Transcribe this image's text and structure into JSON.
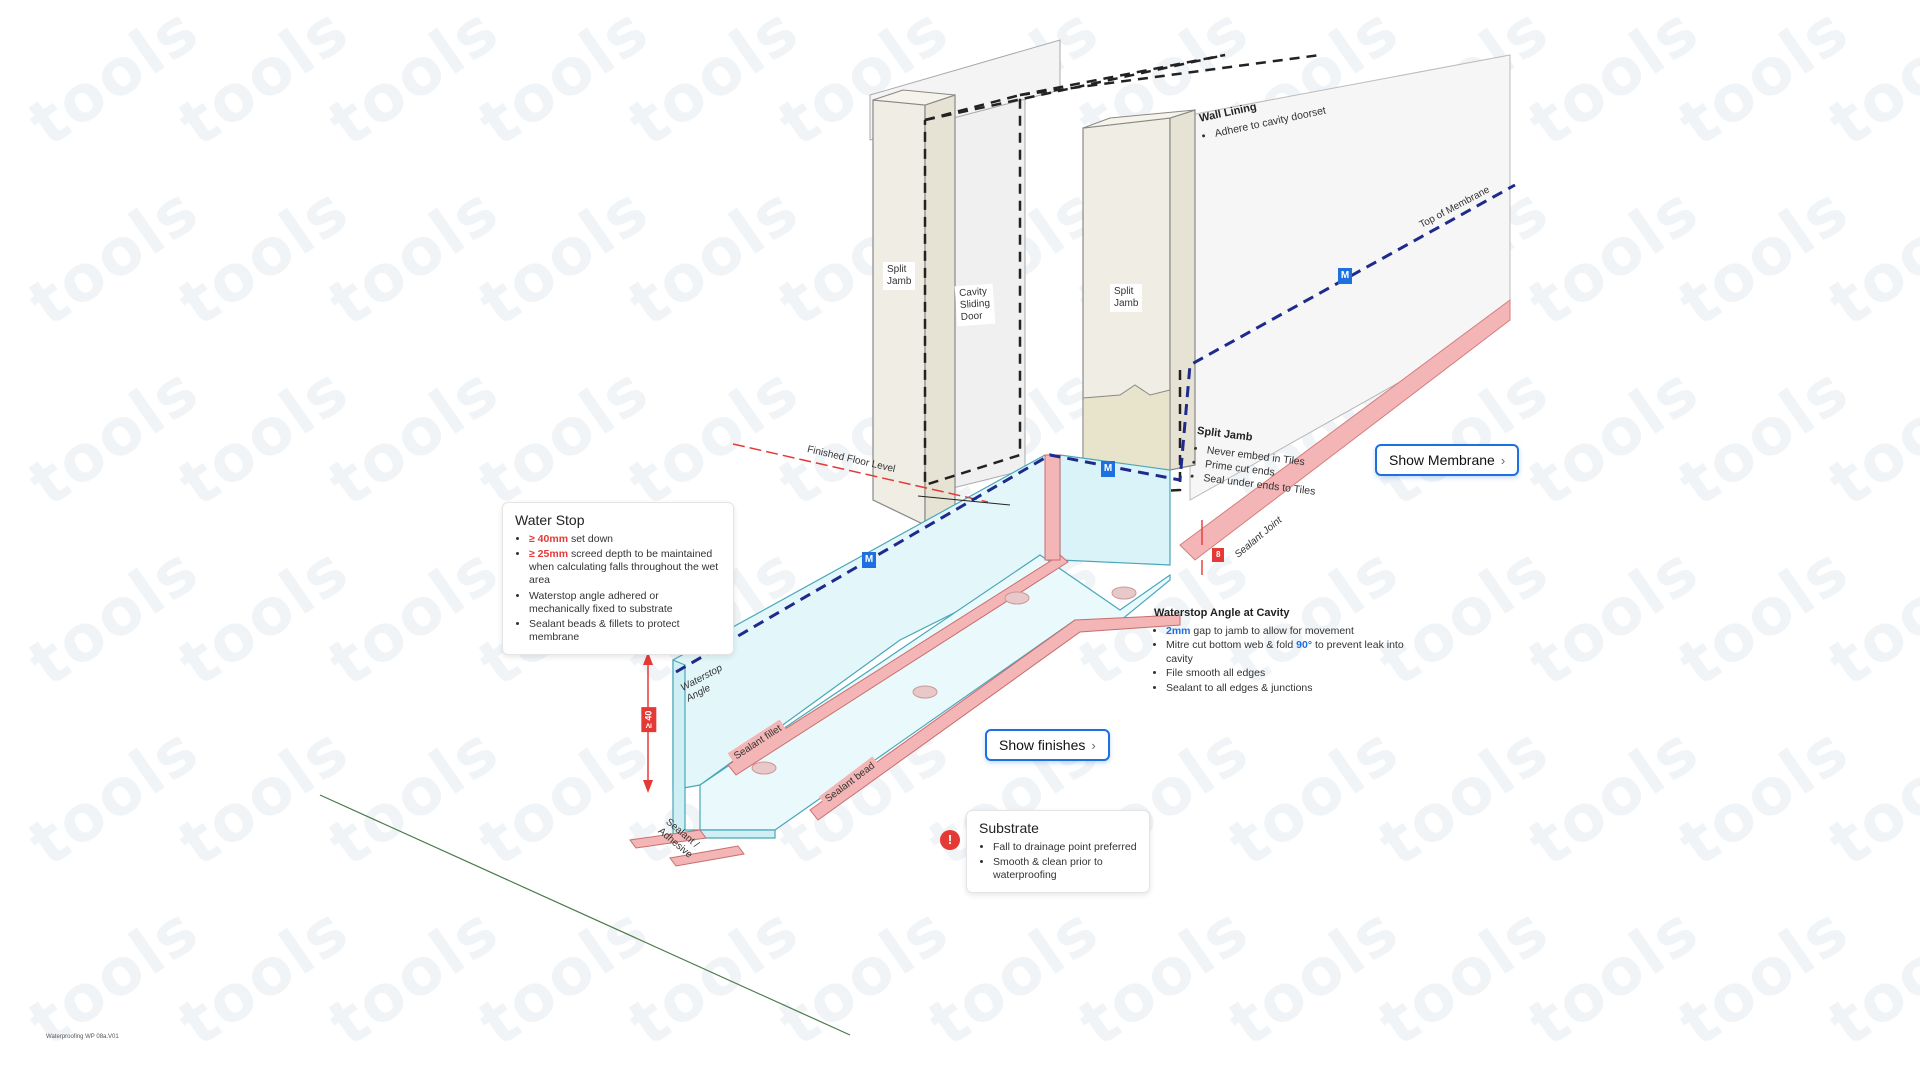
{
  "watermark_text": "tools",
  "footer_ref": "Waterproofing WP 08a.V01",
  "colors": {
    "membrane_blue": "#1e2a8c",
    "accent_blue": "#1e6fe0",
    "alert_red": "#e53935",
    "sealant_pink": "#f3b5b5",
    "waterstop_cyan": "#dff6fa"
  },
  "buttons": {
    "show_membrane": "Show Membrane",
    "show_finishes": "Show finishes",
    "chevron": "›"
  },
  "water_stop": {
    "title": "Water Stop",
    "bullets": [
      {
        "strong": "≥ 40mm",
        "text": " set down"
      },
      {
        "strong": "≥ 25mm",
        "text": " screed depth to be maintained when calculating falls throughout the wet area"
      },
      {
        "strong": "",
        "text": "Waterstop angle adhered or mechanically fixed to substrate"
      },
      {
        "strong": "",
        "text": "Sealant beads & fillets to protect membrane"
      }
    ]
  },
  "waterstop_cavity": {
    "title": "Waterstop Angle at Cavity",
    "bullets": [
      {
        "strong": "2mm",
        "text": " gap to jamb to allow for movement"
      },
      {
        "pre": "Mitre cut bottom web & fold ",
        "strong": "90°",
        "text": " to prevent leak into cavity"
      },
      {
        "strong": "",
        "text": "File smooth all edges"
      },
      {
        "strong": "",
        "text": "Sealant to all edges & junctions"
      }
    ]
  },
  "substrate": {
    "title": "Substrate",
    "alert": "!",
    "bullets": [
      "Fall to drainage point preferred",
      "Smooth & clean prior to waterproofing"
    ]
  },
  "wall_lining": {
    "title": "Wall Lining",
    "bullets": [
      "Adhere to cavity doorset"
    ]
  },
  "split_jamb_note": {
    "title": "Split Jamb",
    "bullets": [
      "Never embed in Tiles",
      "Prime cut ends",
      "Seal under ends to Tiles"
    ]
  },
  "tags": {
    "split_jamb_left": "Split\nJamb",
    "cavity_door": "Cavity\nSliding\nDoor",
    "split_jamb_right": "Split\nJamb",
    "finished_floor": "Finished Floor Level",
    "top_membrane": "Top of Membrane",
    "sealant_joint": "Sealant Joint",
    "waterstop_angle": "Waterstop\nAngle",
    "sealant_fillet": "Sealant fillet",
    "sealant_bead": "Sealant bead",
    "sealant_adhesive": "Sealant /\nAdhesive",
    "dim_40": "≥ 40",
    "dim_small": "8",
    "membrane_mark": "M",
    "alert_mark": "!"
  }
}
